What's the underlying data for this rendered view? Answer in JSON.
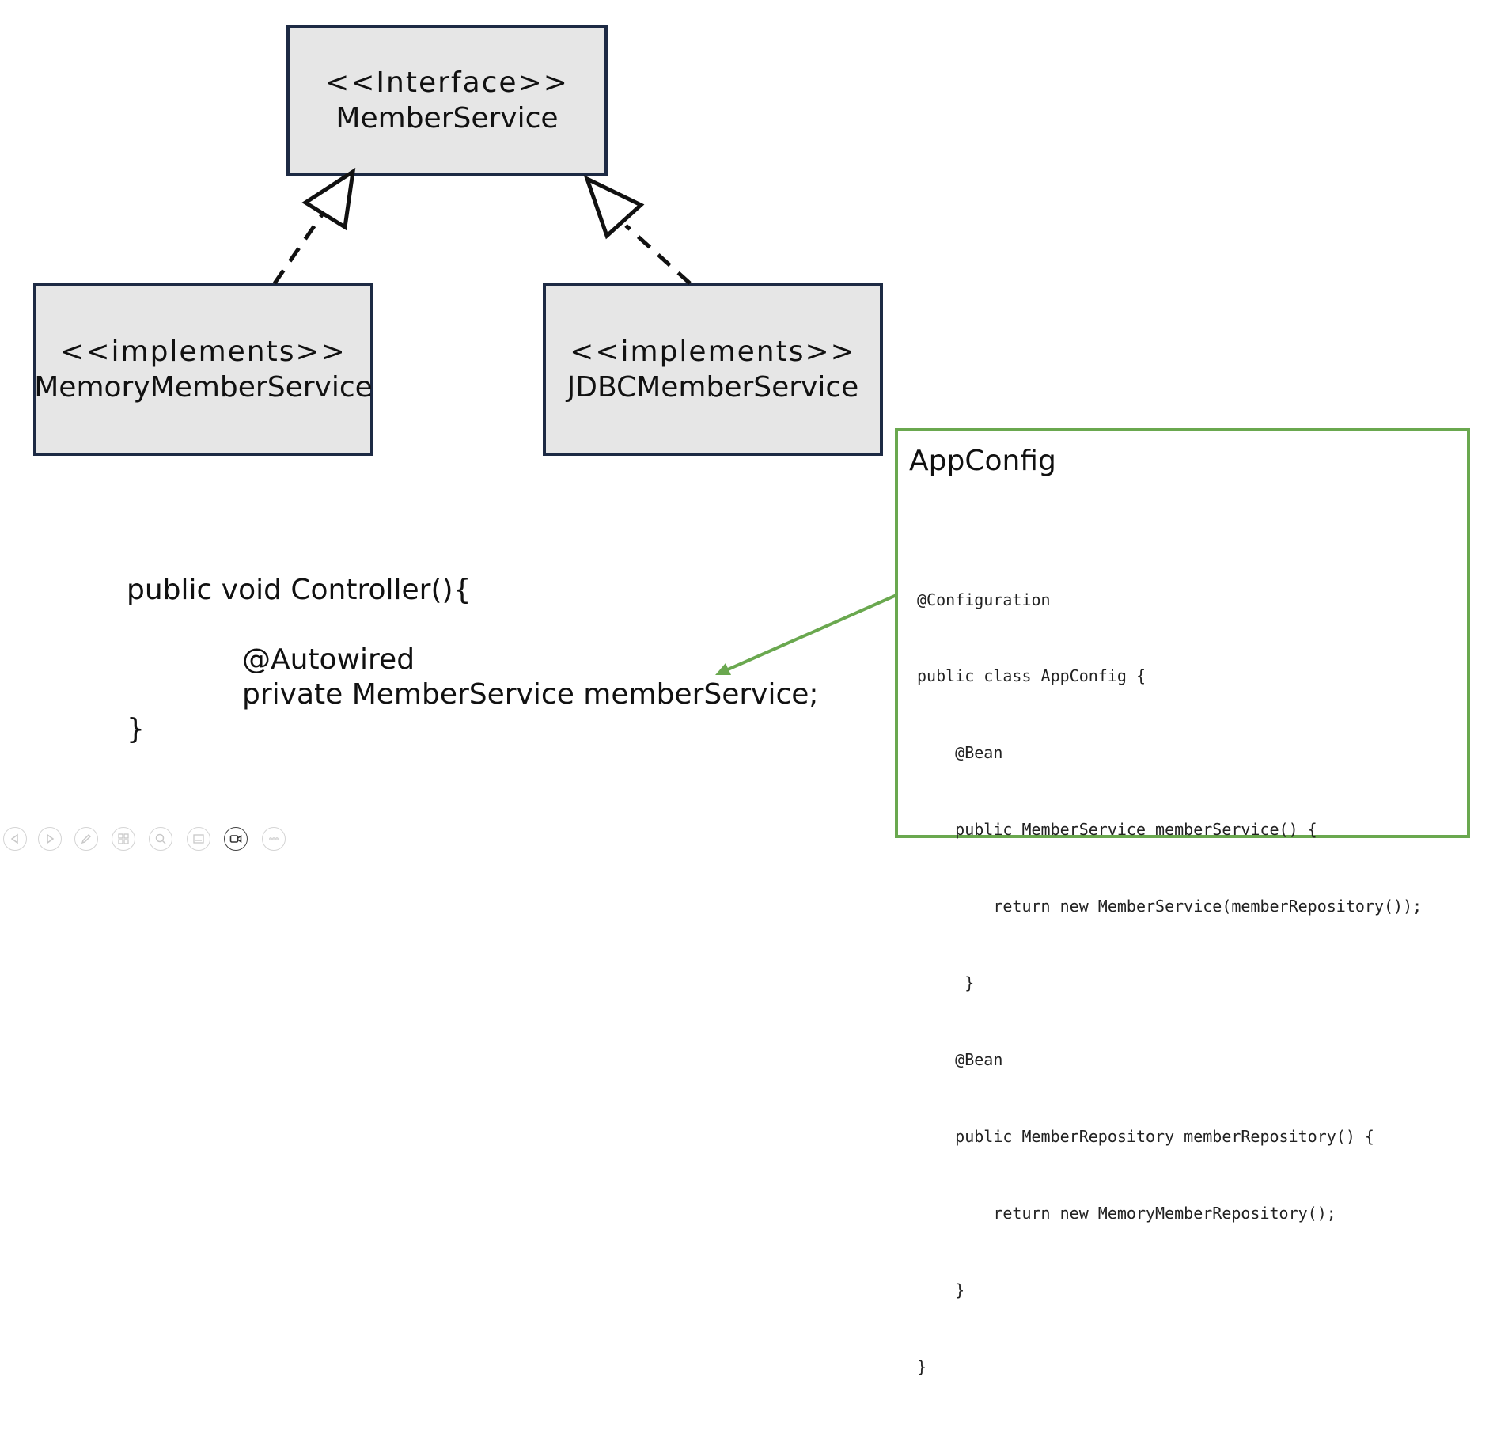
{
  "diagram": {
    "interface_box": {
      "stereotype": "<<Interface>>",
      "name": "MemberService"
    },
    "memory_box": {
      "stereotype": "<<implements>>",
      "name": "MemoryMemberService"
    },
    "jdbc_box": {
      "stereotype": "<<implements>>",
      "name": "JDBCMemberService"
    }
  },
  "controller": {
    "lines": [
      "public void Controller(){",
      "",
      "@Autowired",
      "private MemberService memberService;",
      "}"
    ]
  },
  "appconfig": {
    "title": "AppConfig",
    "code_lines": [
      "@Configuration",
      "public class AppConfig {",
      "    @Bean",
      "    public MemberService memberService() {",
      "        return new MemberService(memberRepository());",
      "     }",
      "    @Bean",
      "    public MemberRepository memberRepository() {",
      "        return new MemoryMemberRepository();",
      "    }",
      "}"
    ]
  },
  "colors": {
    "box_fill": "#e6e6e6",
    "box_border": "#1d2a44",
    "appconfig_border": "#6aa84f",
    "arrow": "#6aa84f"
  },
  "toolbar": {
    "icons": [
      "prev-icon",
      "next-icon",
      "pen-icon",
      "slides-icon",
      "zoom-icon",
      "subtitle-icon",
      "camera-icon",
      "more-icon"
    ]
  }
}
